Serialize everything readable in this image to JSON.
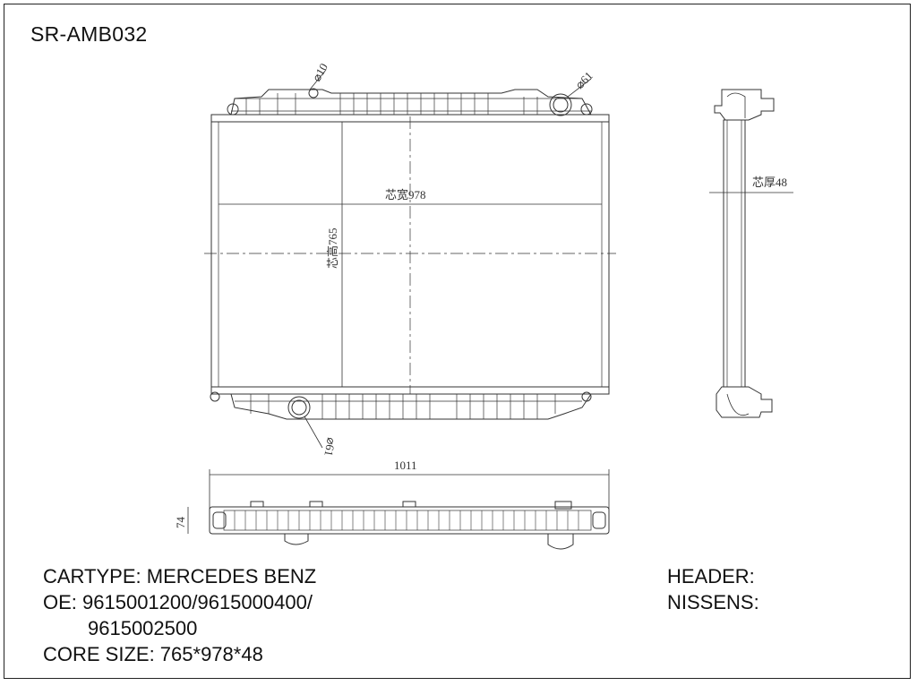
{
  "part_code": "SR-AMB032",
  "dimensions": {
    "core_width_label": "芯宽978",
    "core_height_label": "芯高765",
    "core_thickness_label": "芯厚48",
    "phi10": "⌀10",
    "phi61": "⌀61",
    "phi61_bottom": "⌀61",
    "overall_width": "1011",
    "depth": "74"
  },
  "info": {
    "cartype": "CARTYPE: MERCEDES BENZ",
    "oe_line1": "OE: 9615001200/9615000400/",
    "oe_line2": "9615002500",
    "core_size": "CORE SIZE: 765*978*48",
    "header": "HEADER:",
    "nissens": "NISSENS:"
  }
}
